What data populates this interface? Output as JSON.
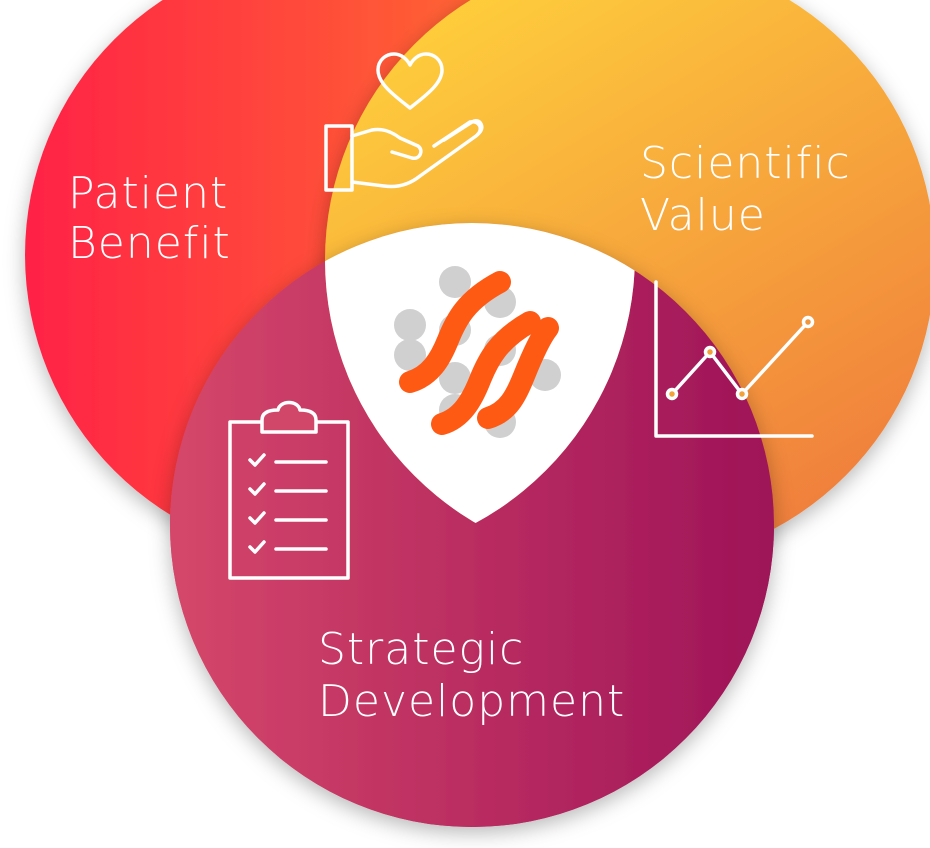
{
  "diagram": {
    "circles": [
      {
        "id": "patient-benefit",
        "label_lines": [
          "Patient",
          "Benefit"
        ],
        "icon": "hand-heart-icon",
        "gradient": [
          "#ff2a4a",
          "#ff7a2e"
        ]
      },
      {
        "id": "scientific-value",
        "label_lines": [
          "Scientific",
          "Value"
        ],
        "icon": "line-chart-icon",
        "gradient": [
          "#ffd23a",
          "#f07a3a"
        ]
      },
      {
        "id": "strategic-development",
        "label_lines": [
          "Strategic",
          "Development"
        ],
        "icon": "clipboard-checklist-icon",
        "gradient": [
          "#d84a66",
          "#a0145a"
        ]
      }
    ],
    "center_icon": "molecule-logo-icon",
    "colors": {
      "logo_orange": "#ff5a14",
      "logo_grey": "#d0d0d0",
      "center_fill": "#ffffff"
    }
  }
}
